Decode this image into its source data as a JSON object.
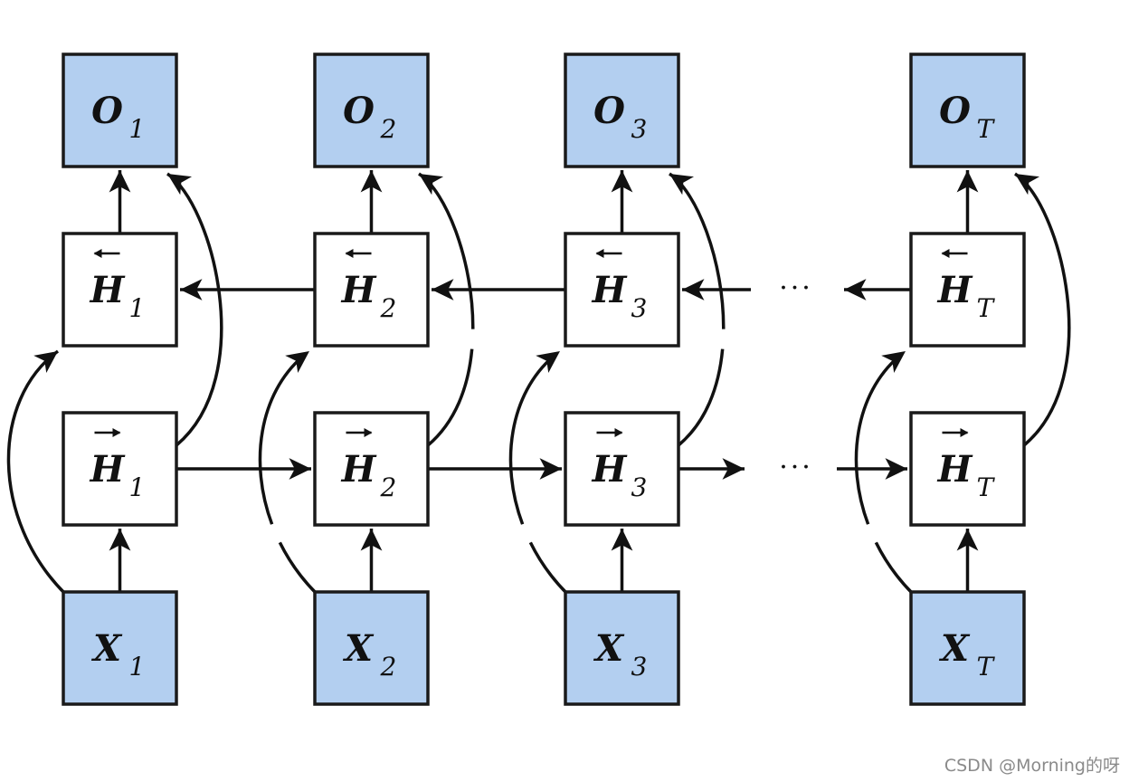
{
  "diagram": {
    "outputs": [
      {
        "main": "O",
        "sub": "1"
      },
      {
        "main": "O",
        "sub": "2"
      },
      {
        "main": "O",
        "sub": "3"
      },
      {
        "main": "O",
        "sub": "T"
      }
    ],
    "backward_hidden": [
      {
        "main": "H",
        "sub": "1"
      },
      {
        "main": "H",
        "sub": "2"
      },
      {
        "main": "H",
        "sub": "3"
      },
      {
        "main": "H",
        "sub": "T"
      }
    ],
    "forward_hidden": [
      {
        "main": "H",
        "sub": "1"
      },
      {
        "main": "H",
        "sub": "2"
      },
      {
        "main": "H",
        "sub": "3"
      },
      {
        "main": "H",
        "sub": "T"
      }
    ],
    "inputs": [
      {
        "main": "X",
        "sub": "1"
      },
      {
        "main": "X",
        "sub": "2"
      },
      {
        "main": "X",
        "sub": "3"
      },
      {
        "main": "X",
        "sub": "T"
      }
    ],
    "ellipsis": "···",
    "colors": {
      "data_node_fill": "#b3cff0",
      "hidden_node_fill": "#ffffff",
      "stroke": "#1a1a1a"
    }
  },
  "watermark": "CSDN @Morning的呀"
}
